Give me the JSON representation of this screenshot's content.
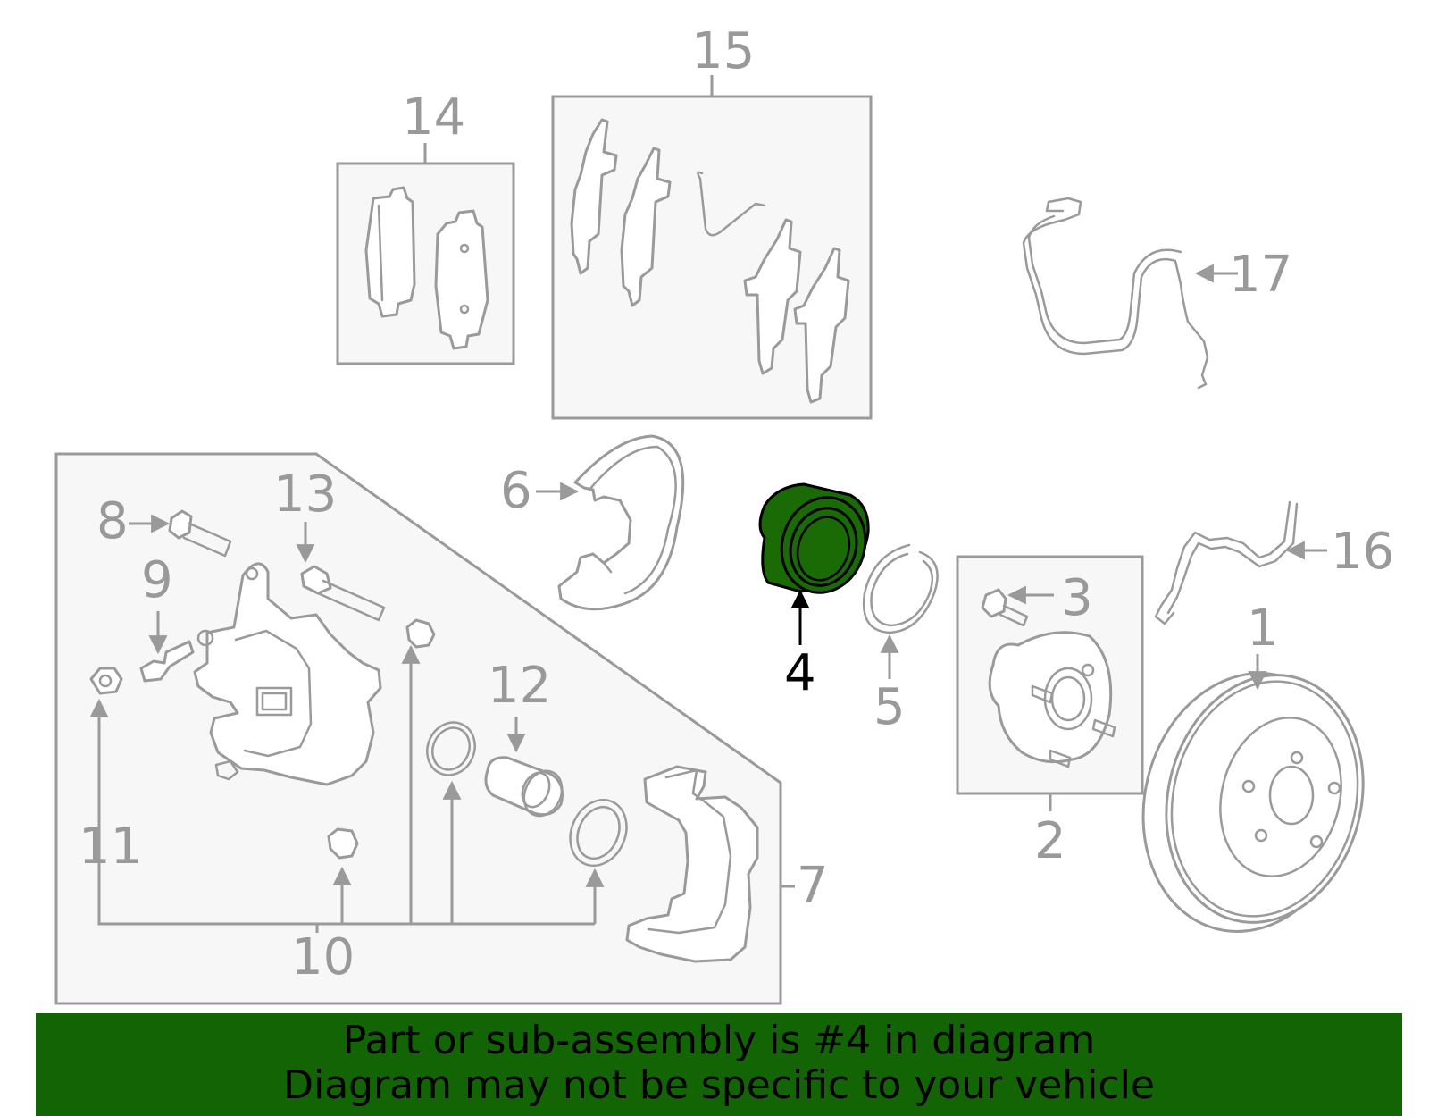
{
  "diagram": {
    "callouts": [
      "1",
      "2",
      "3",
      "4",
      "5",
      "6",
      "7",
      "8",
      "9",
      "10",
      "11",
      "12",
      "13",
      "14",
      "15",
      "16",
      "17"
    ],
    "highlighted_callout": "4",
    "highlight_color": "#1a6a05",
    "line_color": "#9a9a9a"
  },
  "banner": {
    "line1": "Part or sub-assembly is #4 in diagram",
    "line2": "Diagram may not be specific to your vehicle",
    "background": "#136404"
  }
}
